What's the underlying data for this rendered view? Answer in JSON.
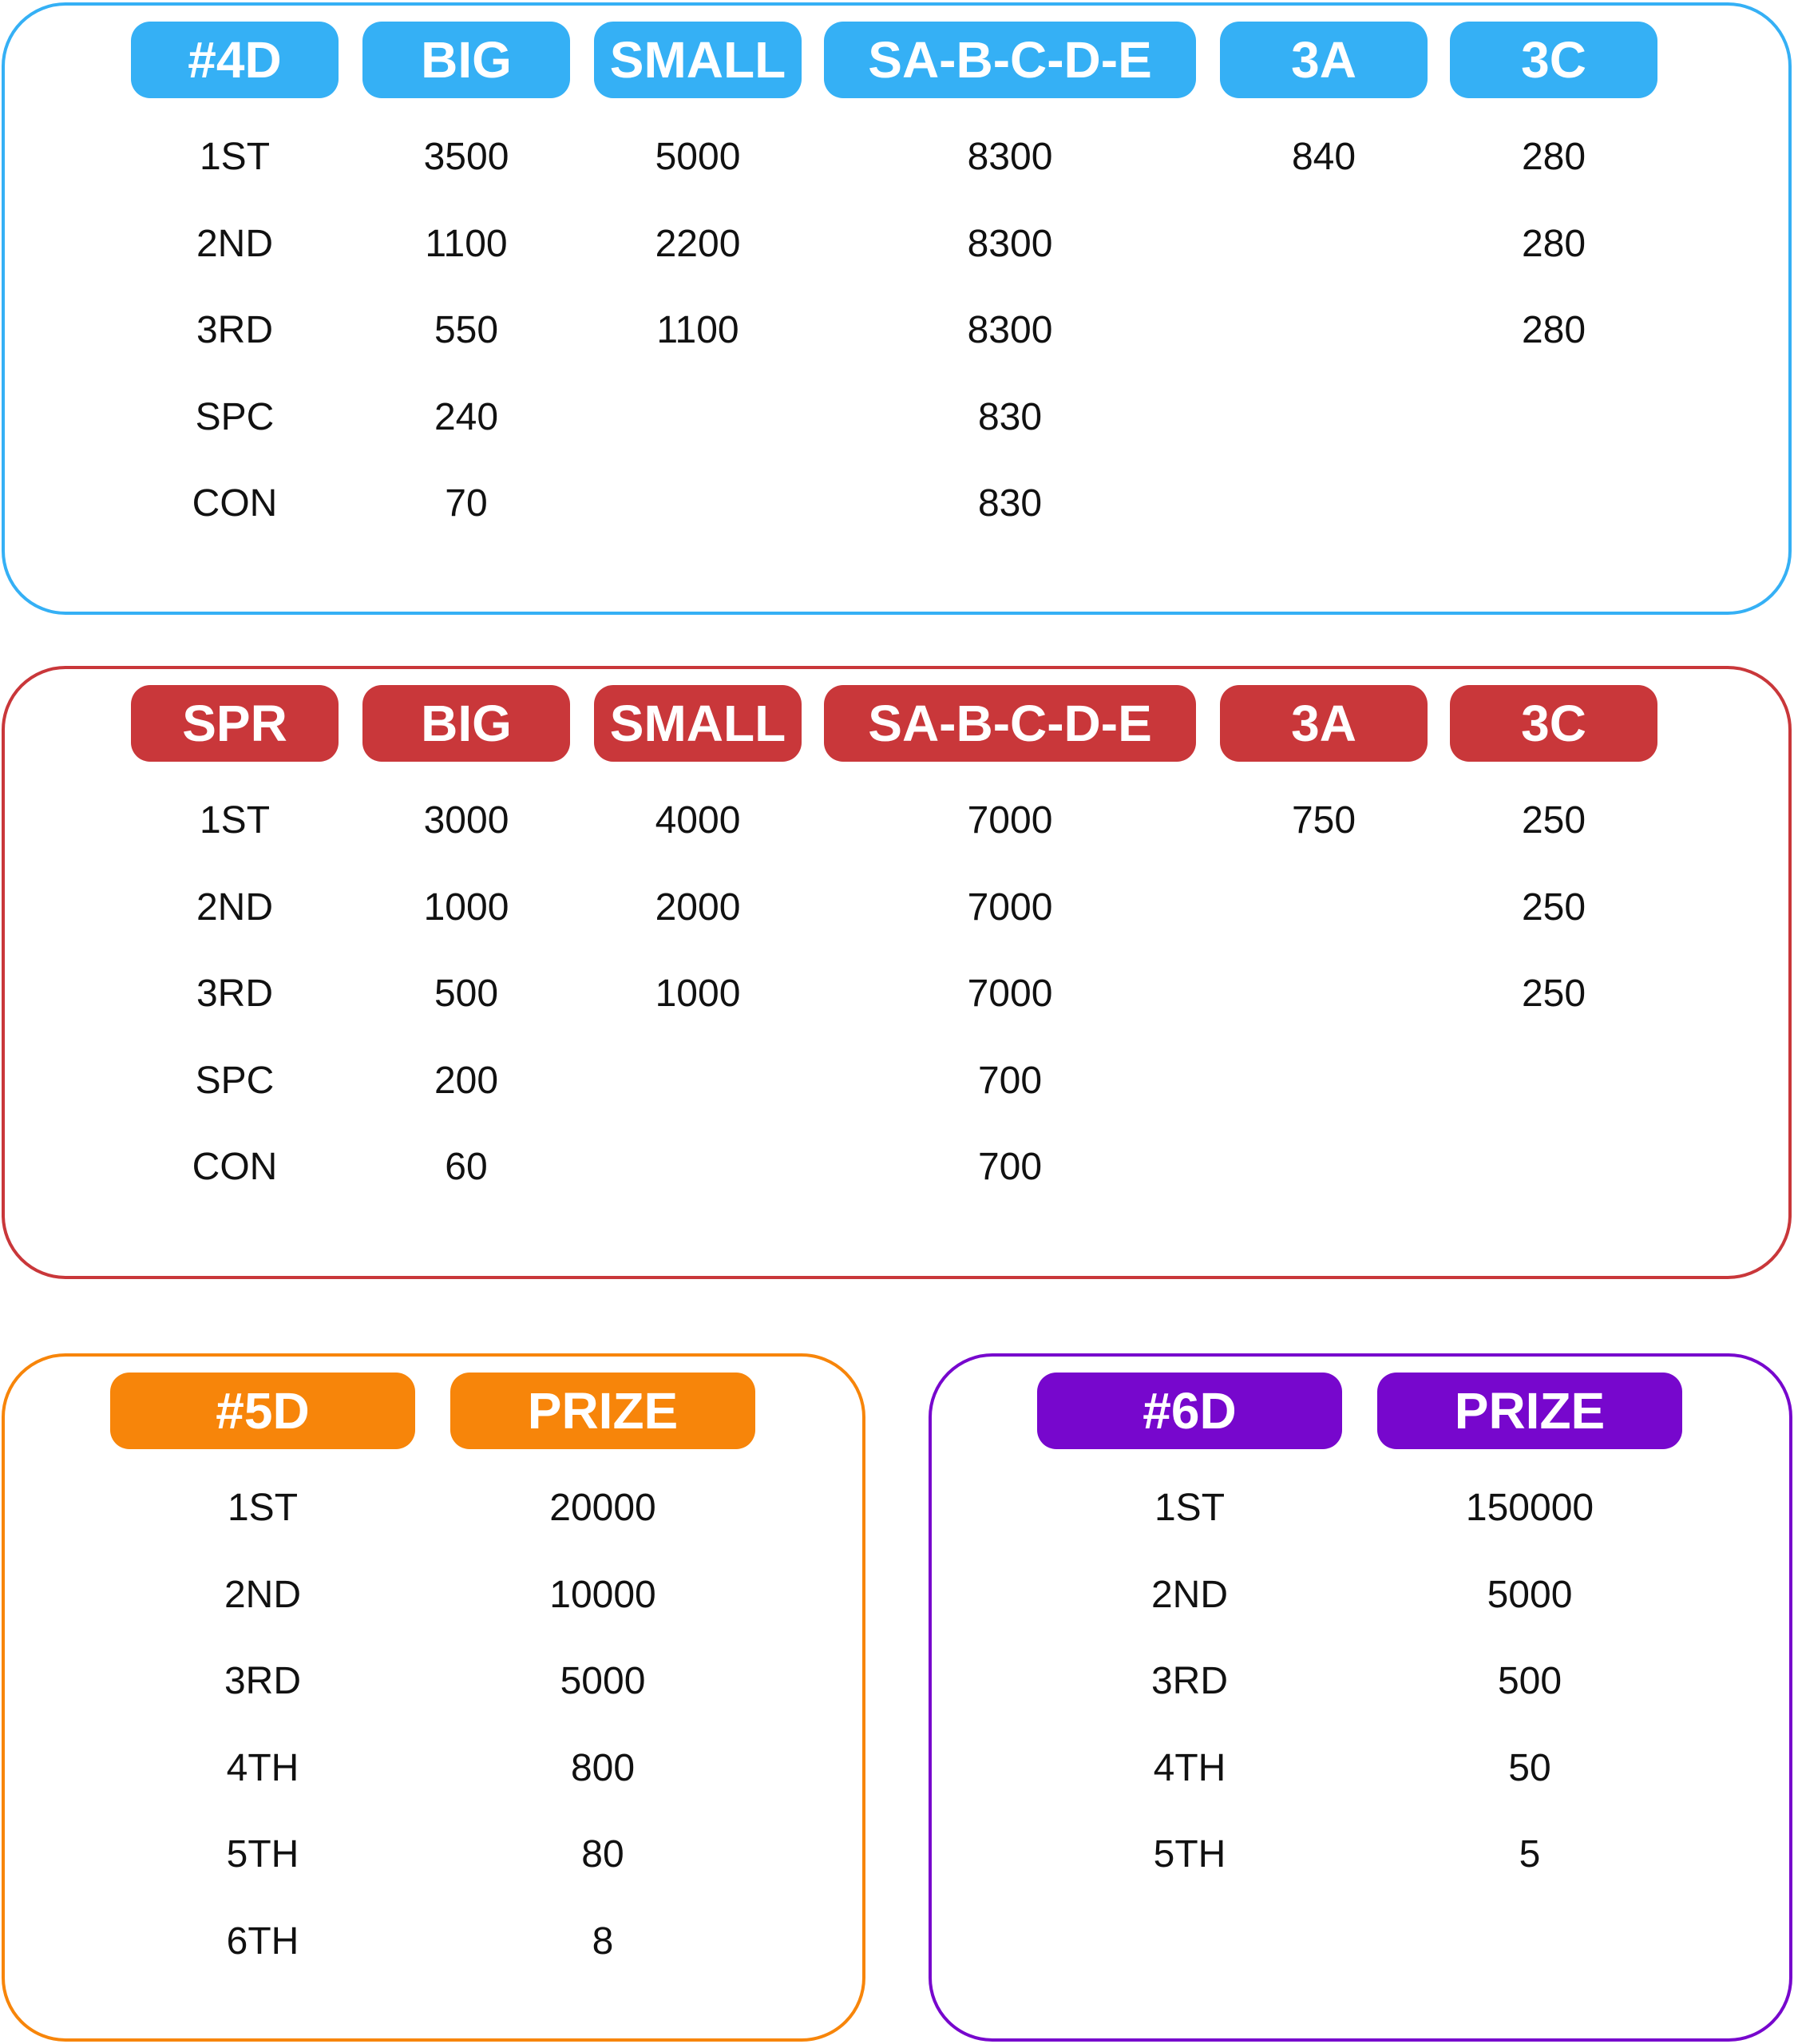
{
  "colors": {
    "panel_4d": "#35B0F5",
    "panel_spr": "#C9373A",
    "panel_5d": "#F7850A",
    "panel_6d": "#7707CD"
  },
  "panel_4d": {
    "headers": [
      "#4D",
      "BIG",
      "SMALL",
      "SA-B-C-D-E",
      "3A",
      "3C"
    ],
    "rows": [
      [
        "1ST",
        "3500",
        "5000",
        "8300",
        "840",
        "280"
      ],
      [
        "2ND",
        "1100",
        "2200",
        "8300",
        "",
        "280"
      ],
      [
        "3RD",
        "550",
        "1100",
        "8300",
        "",
        "280"
      ],
      [
        "SPC",
        "240",
        "",
        "830",
        "",
        ""
      ],
      [
        "CON",
        "70",
        "",
        "830",
        "",
        ""
      ]
    ]
  },
  "panel_spr": {
    "headers": [
      "SPR",
      "BIG",
      "SMALL",
      "SA-B-C-D-E",
      "3A",
      "3C"
    ],
    "rows": [
      [
        "1ST",
        "3000",
        "4000",
        "7000",
        "750",
        "250"
      ],
      [
        "2ND",
        "1000",
        "2000",
        "7000",
        "",
        "250"
      ],
      [
        "3RD",
        "500",
        "1000",
        "7000",
        "",
        "250"
      ],
      [
        "SPC",
        "200",
        "",
        "700",
        "",
        ""
      ],
      [
        "CON",
        "60",
        "",
        "700",
        "",
        ""
      ]
    ]
  },
  "panel_5d": {
    "headers": [
      "#5D",
      "PRIZE"
    ],
    "rows": [
      [
        "1ST",
        "20000"
      ],
      [
        "2ND",
        "10000"
      ],
      [
        "3RD",
        "5000"
      ],
      [
        "4TH",
        "800"
      ],
      [
        "5TH",
        "80"
      ],
      [
        "6TH",
        "8"
      ]
    ]
  },
  "panel_6d": {
    "headers": [
      "#6D",
      "PRIZE"
    ],
    "rows": [
      [
        "1ST",
        "150000"
      ],
      [
        "2ND",
        "5000"
      ],
      [
        "3RD",
        "500"
      ],
      [
        "4TH",
        "50"
      ],
      [
        "5TH",
        "5"
      ]
    ]
  }
}
